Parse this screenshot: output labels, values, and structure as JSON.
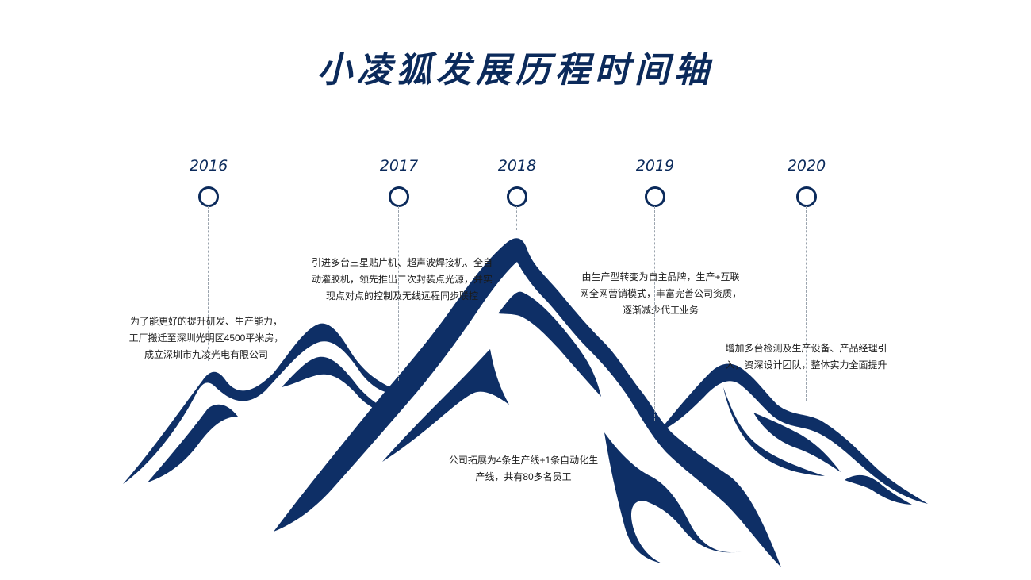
{
  "title": "小凌狐发展历程时间轴",
  "colors": {
    "navy": "#0b2a5b",
    "mountain": "#0e2f66",
    "dash": "#9aa3ad"
  },
  "milestones": [
    {
      "year": "2016",
      "desc": "为了能更好的提升研发、生产能力，工厂搬迁至深圳光明区4500平米房，成立深圳市九凌光电有限公司"
    },
    {
      "year": "2017",
      "desc": "引进多台三星贴片机、超声波焊接机、全自动灌胶机，领先推出二次封装点光源，并实现点对点的控制及无线远程同步联控"
    },
    {
      "year": "2018",
      "desc": "公司拓展为4条生产线+1条自动化生产线，共有80多名员工"
    },
    {
      "year": "2019",
      "desc": "由生产型转变为自主品牌，生产+互联网全网营销模式，丰富完善公司资质，逐渐减少代工业务"
    },
    {
      "year": "2020",
      "desc": "增加多台检测及生产设备、产品经理引入，资深设计团队，整体实力全面提升"
    }
  ]
}
